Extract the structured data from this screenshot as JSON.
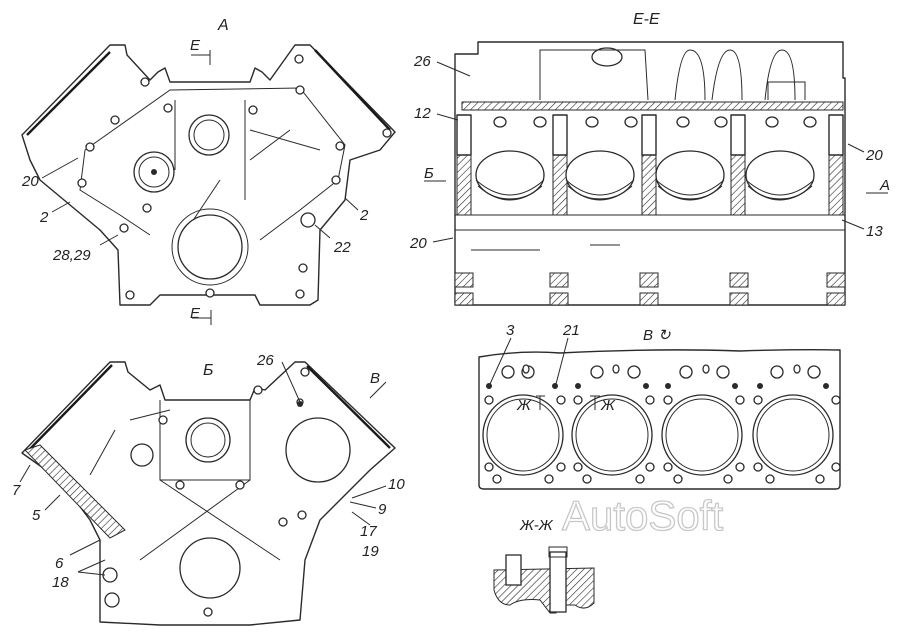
{
  "figure": {
    "title": "Cylinder block views",
    "watermark": "AutoSoft"
  },
  "views": {
    "front": {
      "view_label": "А",
      "section_mark_top": "Е",
      "section_mark_bottom": "Е",
      "callouts": [
        "20",
        "2",
        "28,29",
        "22",
        "2"
      ]
    },
    "section": {
      "view_label": "Е-Е",
      "direction_left": "Б",
      "direction_right": "А",
      "callouts": [
        "26",
        "12",
        "20",
        "20",
        "13"
      ]
    },
    "rear": {
      "view_label": "Б",
      "direction": "В",
      "callouts": [
        "26",
        "7",
        "5",
        "6",
        "18",
        "10",
        "9",
        "17",
        "19"
      ]
    },
    "top": {
      "view_label": "В",
      "rotation_symbol": "↻",
      "section_mark_left": "Ж",
      "section_mark_right": "Ж",
      "callouts": [
        "3",
        "21"
      ]
    },
    "detail": {
      "view_label": "Ж-Ж"
    }
  }
}
